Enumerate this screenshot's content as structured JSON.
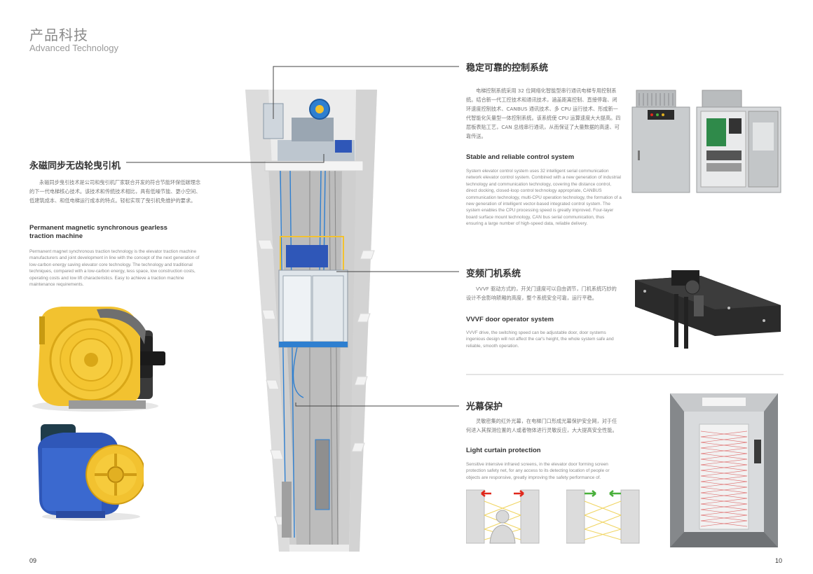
{
  "header": {
    "title_cn": "产品科技",
    "title_en": "Advanced Technology"
  },
  "traction": {
    "title_cn": "永磁同步无齿轮曳引机",
    "desc_cn": "永磁同步曳引技术是公司和曳引机厂家联合开发的符合节能环保低碳理念的下一代电梯核心技术。该技术和传统技术相比，具有低噪节能、更小空间、低建筑成本、和低电梯运行成本的特点。轻松实现了曳引机免维护的要求。",
    "title_en": "Permanent magnetic synchronous gearless traction machine",
    "desc_en": "Permanent magnet synchronous traction technology is the elevator traction machine manufacturers and joint development in line with the concept of the next generation of low-carbon energy saving elevator core technology. The technology and traditional techniques, compared with a low-carbon energy, less space, low construction costs, operating costs and low lift characteristics. Easy to achieve a traction machine maintenance requirements."
  },
  "control": {
    "title_cn": "稳定可靠的控制系统",
    "desc_cn": "电梯控制系统采用 32 位网络化智能型串行通讯电梯专用控制系统。结合新一代工控技术和通讯技术，涵盖距离控制、直接停靠、闭环速度控制技术、CANBUS 通讯技术、多 CPU 运行技术、形成新一代智能化矢量型一体控制系统。该系统使 CPU 运算速度大大提高。四层板表贴工艺，CAN 总线串行通讯，从而保证了大量数据的高速、可靠传送。",
    "title_en": "Stable and reliable control system",
    "desc_en": "System elevator control system uses 32 intelligent serial communication network elevator control system. Combined with a new generation of industrial technology and communication technology, covering the distance control, direct docking, closed-loop control technology appropriate, CANBUS communication technology, multi-CPU operation technology, the formation of a new generation of intelligent vector-based integrated control system. The system enables the CPU processing speed is greatly improved. Four-layer board surface mount technology, CAN bus serial communication, thus ensuring a large number of high-speed data, reliable delivery."
  },
  "door": {
    "title_cn": "变频门机系统",
    "desc_cn": "VVVF 驱动方式的，开关门速度可以自由调节，门机系统巧妙的设计不会影响轿厢的高度，整个系统安全可靠，运行平稳。",
    "title_en": "VVVF door operator system",
    "desc_en": "VVVF drive, the switching speed can be adjustable door, door systems ingenious design will not affect the car's height, the whole system safe and reliable, smooth operation."
  },
  "curtain": {
    "title_cn": "光幕保护",
    "desc_cn": "灵敏密集的红外光幕，在电梯门口形成光幕保护安全网，对于任何进入其探测位置的人或者物体进行灵敏反应，大大提高安全性能。",
    "title_en": "Light curtain protection",
    "desc_en": "Sensitive intensive infrared screens, in the elevator door forming screen protection safety net, for any access to its detecting location of people or objects are responsive, greatly improving the safety performance of."
  },
  "pages": {
    "left": "09",
    "right": "10"
  },
  "colors": {
    "yellow": "#f2c230",
    "blue": "#2f57b8",
    "cable_blue": "#2e7fd0",
    "red_arrow": "#e0281c",
    "green_arrow": "#4ab03c",
    "cabinet_gray": "#c9ccce"
  }
}
